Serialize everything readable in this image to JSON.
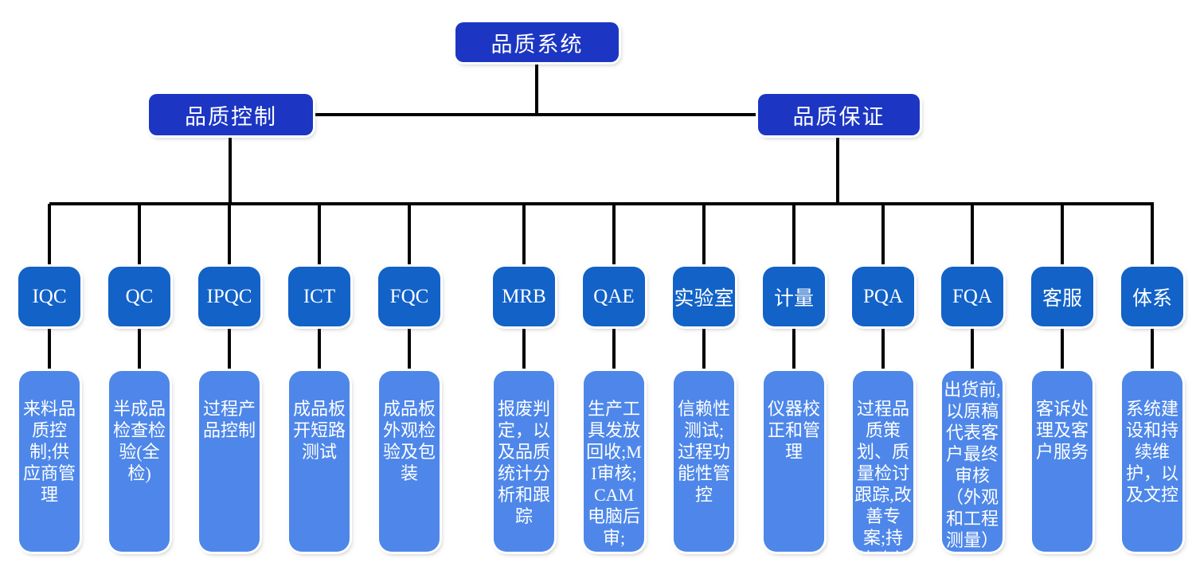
{
  "diagram": {
    "type": "org-chart",
    "root": {
      "label": "品质系统"
    },
    "branches": [
      {
        "label": "品质控制"
      },
      {
        "label": "品质保证"
      }
    ],
    "children": [
      {
        "label": "IQC",
        "parent": "品质控制",
        "desc": "来料品质控制;供应商管理"
      },
      {
        "label": "QC",
        "parent": "品质控制",
        "desc": "半成品检查检验(全检)"
      },
      {
        "label": "IPQC",
        "parent": "品质控制",
        "desc": "过程产品控制"
      },
      {
        "label": "ICT",
        "parent": "品质控制",
        "desc": "成品板开短路测试"
      },
      {
        "label": "FQC",
        "parent": "品质控制",
        "desc": "成品板外观检验及包装"
      },
      {
        "label": "MRB",
        "parent": "品质保证",
        "desc": "报废判定，以及品质统计分析和跟踪"
      },
      {
        "label": "QAE",
        "parent": "品质保证",
        "desc": "生产工具发放回收;MI审核;CAM电脑后审;"
      },
      {
        "label": "实验室",
        "parent": "品质保证",
        "desc": "信赖性测试;过程功能性管控"
      },
      {
        "label": "计量",
        "parent": "品质保证",
        "desc": "仪器校正和管理"
      },
      {
        "label": "PQA",
        "parent": "品质保证",
        "desc": "过程品质策划、质量检讨跟踪,改善专案;持续改善"
      },
      {
        "label": "FQA",
        "parent": "品质保证",
        "desc": "出货前,以原稿代表客户最终审核（外观和工程测量）"
      },
      {
        "label": "客服",
        "parent": "品质保证",
        "desc": "客诉处理及客户服务"
      },
      {
        "label": "体系",
        "parent": "品质保证",
        "desc": "系统建设和持续维护，以及文控"
      }
    ],
    "colors": {
      "top_node_blue": "#1c36c3",
      "dept_node_blue": "#1262c8",
      "description_blue": "#4e87e9",
      "connector_black": "#000000",
      "text_white": "#ffffff",
      "background": "#ffffff"
    }
  }
}
